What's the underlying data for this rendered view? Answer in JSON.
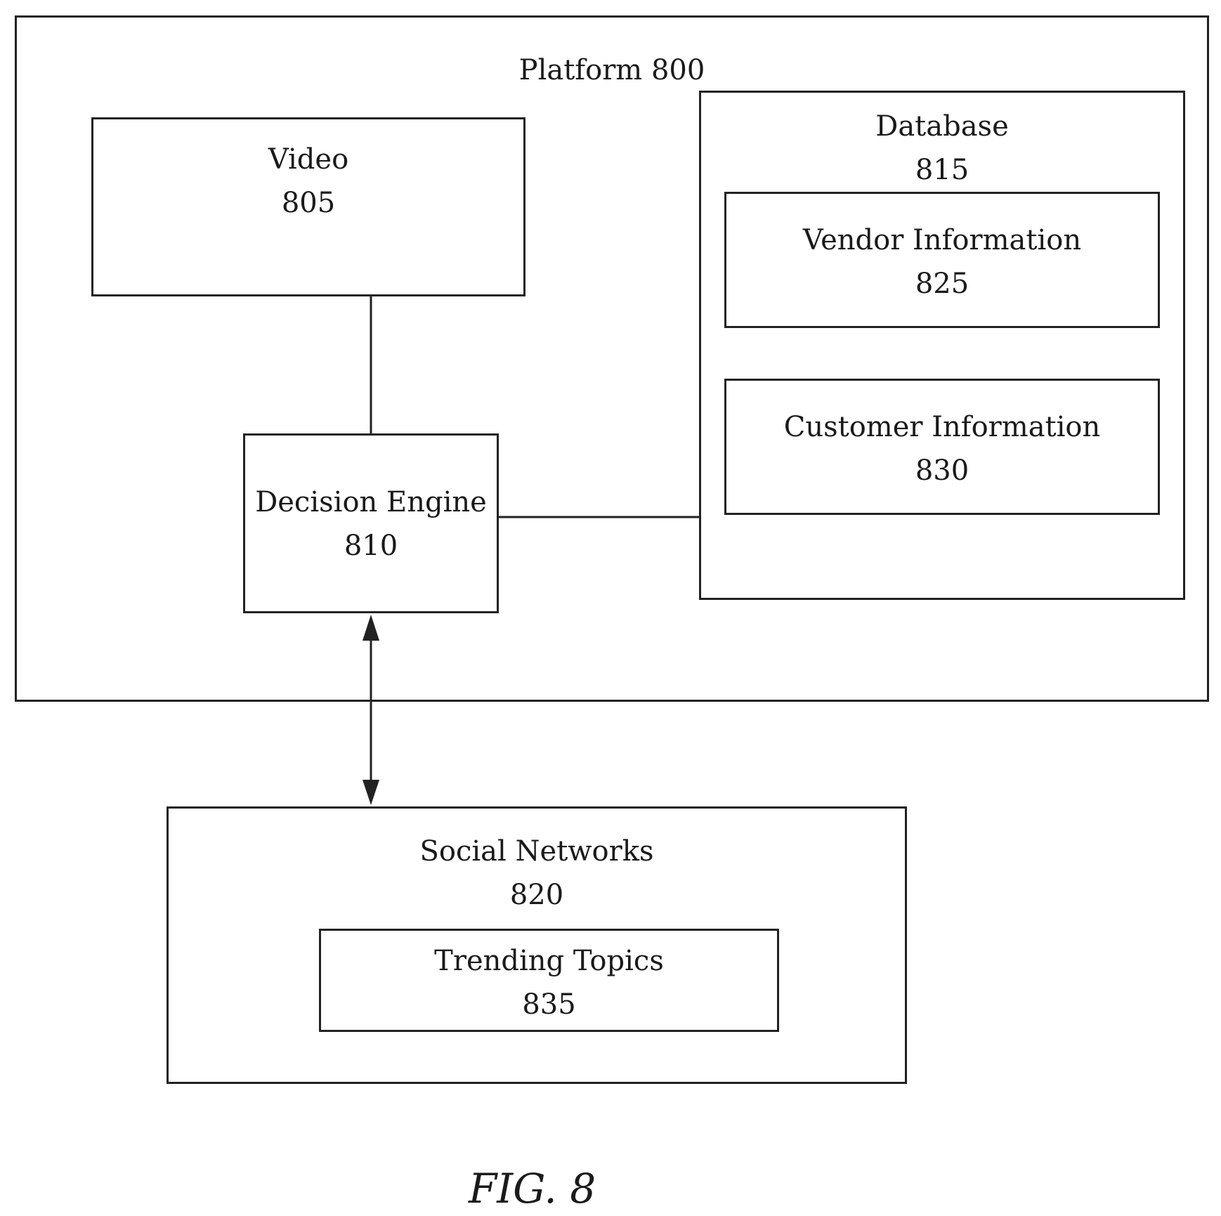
{
  "diagram": {
    "platform": {
      "title": "Platform 800"
    },
    "video": {
      "title": "Video",
      "ref": "805"
    },
    "decision_engine": {
      "title": "Decision Engine",
      "ref": "810"
    },
    "database": {
      "title": "Database",
      "ref": "815"
    },
    "vendor_information": {
      "title": "Vendor Information",
      "ref": "825"
    },
    "customer_information": {
      "title": "Customer Information",
      "ref": "830"
    },
    "social_networks": {
      "title": "Social Networks",
      "ref": "820"
    },
    "trending_topics": {
      "title": "Trending Topics",
      "ref": "835"
    },
    "caption": "FIG. 8"
  }
}
